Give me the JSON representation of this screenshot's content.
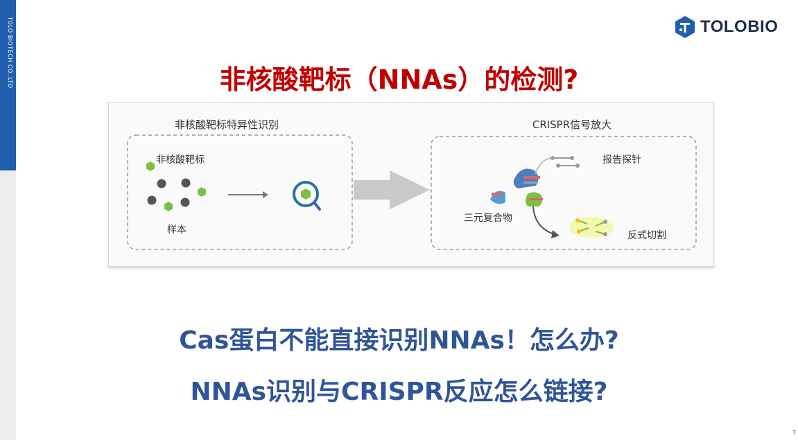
{
  "sidebar": {
    "company_text": "TOLO BIOTECH CO.,LTD"
  },
  "logo": {
    "text": "TOLOBIO"
  },
  "title": "非核酸靶标（NNAs）的检测?",
  "figure": {
    "left_panel_title": "非核酸靶标特异性识别",
    "right_panel_title": "CRISPR信号放大",
    "target_label": "非核酸靶标",
    "sample_label": "样本",
    "probe_label": "报告探针",
    "complex_label": "三元复合物",
    "cleavage_label": "反式切割"
  },
  "questions": {
    "q1": "Cas蛋白不能直接识别NNAs！怎么办?",
    "q2": "NNAs识别与CRISPR反应怎么链接?"
  },
  "page_number": "7",
  "colors": {
    "title": "#c00000",
    "question": "#2f5597",
    "accent_blue": "#1f5fae",
    "hexagon": "#7ac143"
  }
}
